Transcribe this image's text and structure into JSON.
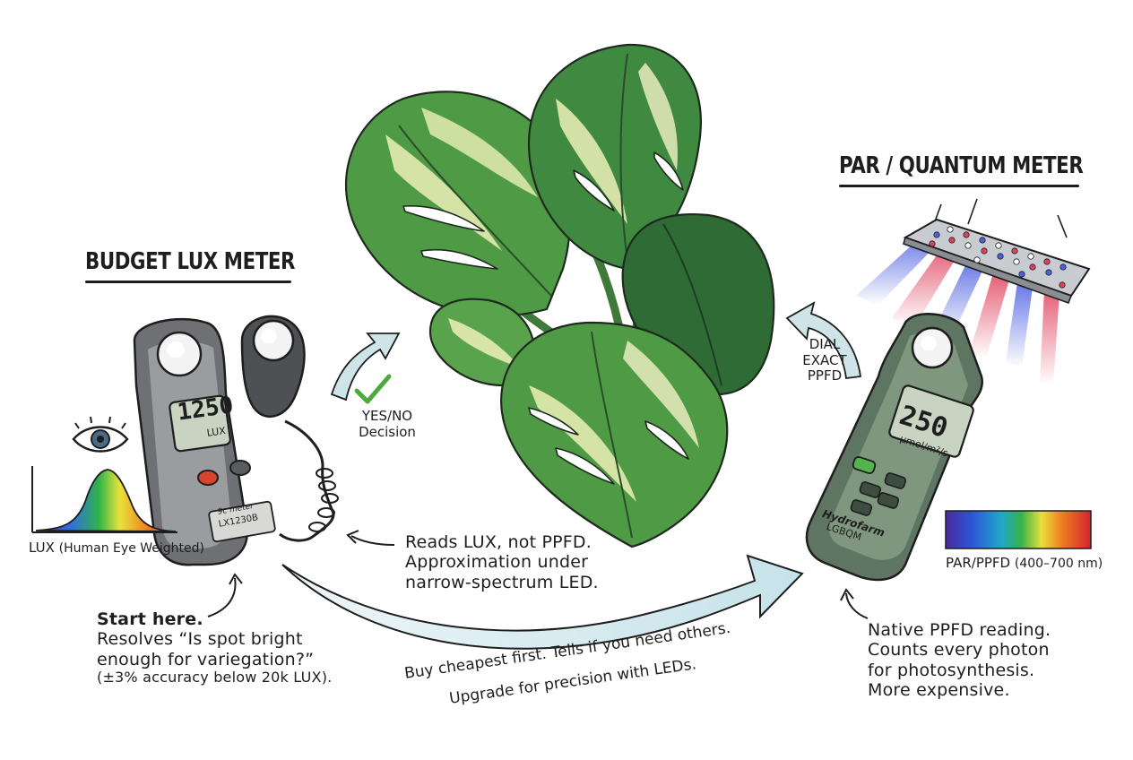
{
  "left": {
    "title": "BUDGET LUX METER",
    "meter_reading": "1250",
    "meter_unit": "LUX",
    "meter_brand": "9c meter",
    "meter_model": "LX1230B",
    "spectrum_caption_main": "LUX",
    "spectrum_caption_sub": "(Human Eye Weighted)",
    "note_title": "Start here.",
    "note_lines": [
      "Resolves “Is spot bright",
      "enough for variegation?”",
      "(±3% accuracy below 20k LUX)."
    ]
  },
  "center": {
    "decision_label": [
      "YES/NO",
      "Decision"
    ],
    "lux_note": [
      "Reads LUX, not PPFD.",
      "Approximation under",
      "narrow-spectrum LED."
    ],
    "arrow_text": [
      "Buy cheapest first. Tells if you need others.",
      "Upgrade for precision with LEDs."
    ]
  },
  "right": {
    "title": "PAR / QUANTUM METER",
    "dial_label": [
      "DIAL",
      "EXACT",
      "PPFD"
    ],
    "meter_reading": "250",
    "meter_unit": "μmol/m²/s",
    "meter_brand": "Hydrofarm",
    "meter_model": "LGBQM",
    "spectrum_caption_main": "PAR/PPFD",
    "spectrum_caption_sub": "(400–700 nm)",
    "note_lines": [
      "Native PPFD reading.",
      "Counts every photon",
      "for photosynthesis.",
      "More expensive."
    ]
  },
  "colors": {
    "ink": "#1e1e1e",
    "leaf_dark": "#2f6b34",
    "leaf_mid": "#4e9a45",
    "leaf_cream": "#eef0b8",
    "lux_body": "#6e7074",
    "par_body": "#5e7561",
    "lcd": "#c9d3c2",
    "arrow_fill": "#d6ebef"
  }
}
